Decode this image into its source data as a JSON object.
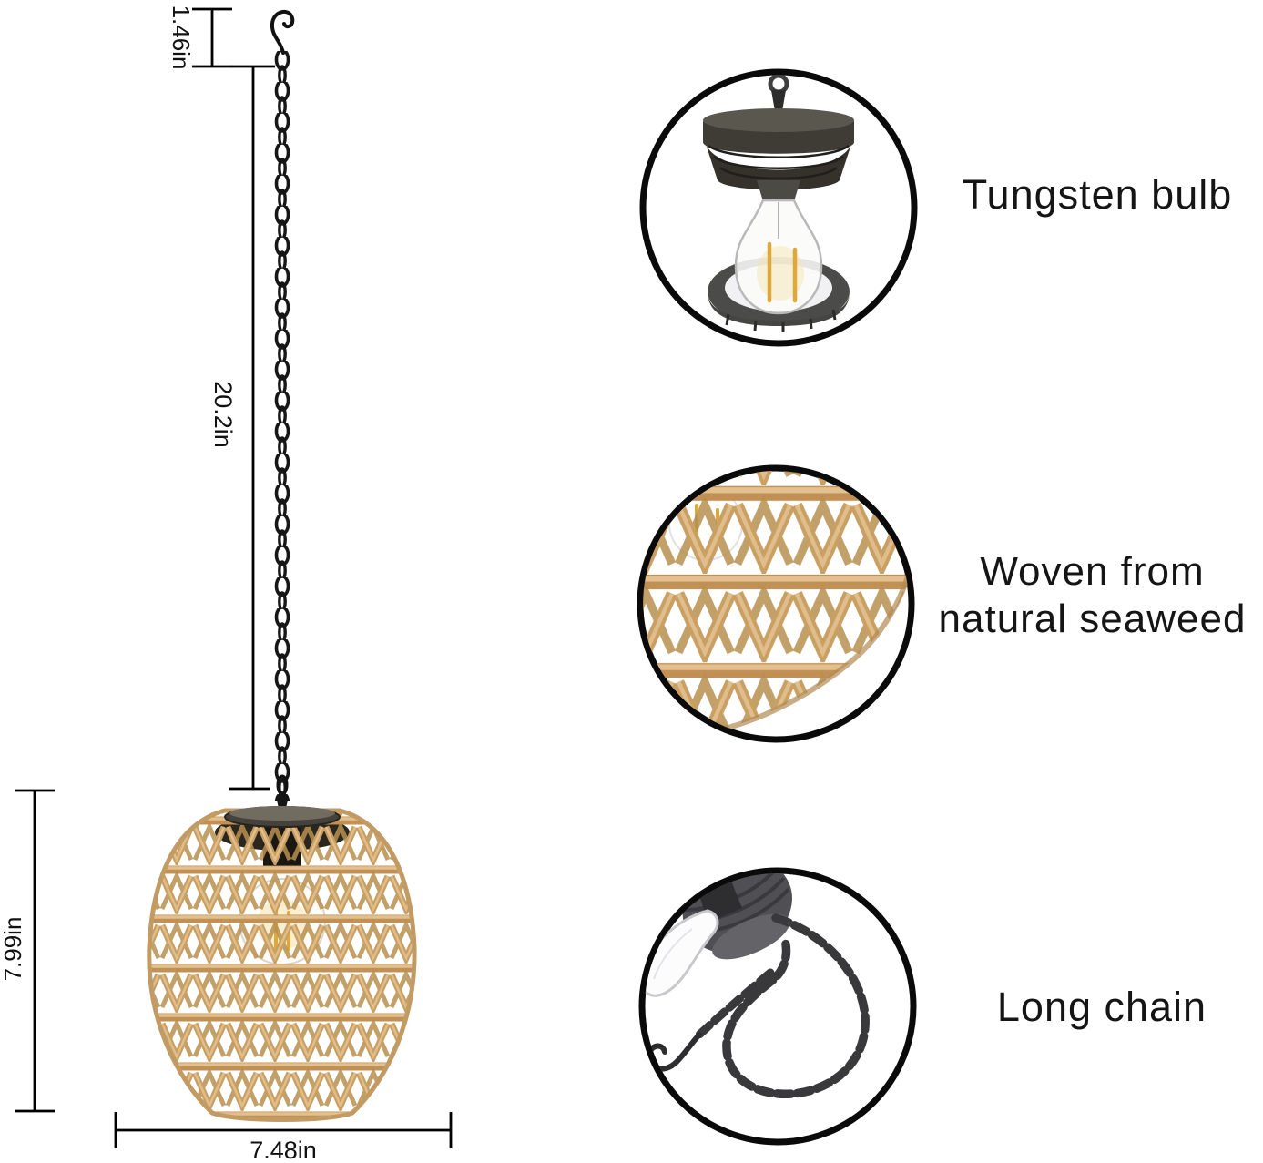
{
  "diagram": {
    "dim_hook_height": "1.46in",
    "dim_chain_length": "20.2in",
    "dim_shade_height": "7.99in",
    "dim_shade_width": "7.48in"
  },
  "callouts": {
    "bulb": {
      "label": "Tungsten bulb"
    },
    "weave": {
      "line1": "Woven from",
      "line2": "natural seaweed"
    },
    "chain": {
      "label": "Long chain"
    }
  },
  "colors": {
    "rope": "#c9a064",
    "rope_highlight": "#e0bd8a",
    "metal_dark": "#3f3c36",
    "filament": "#dfa83a",
    "line": "#000000"
  }
}
